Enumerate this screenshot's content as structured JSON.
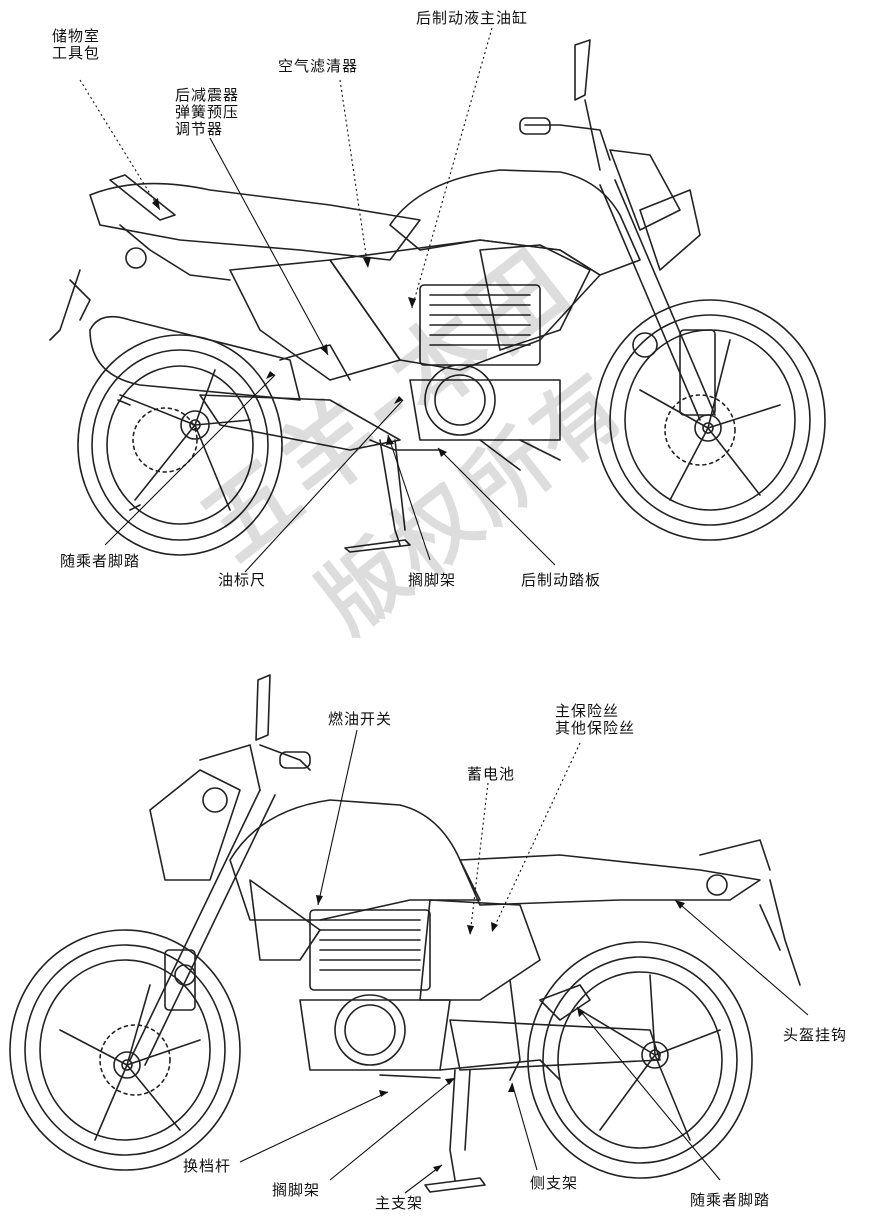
{
  "watermark": {
    "line1": "五羊-本田",
    "line2": "版权所有"
  },
  "top_view": {
    "labels": {
      "storage": [
        "储物室",
        "工具包"
      ],
      "air_filter": "空气滤清器",
      "rear_brake_reservoir": "后制动液主油缸",
      "rear_shock_preload": [
        "后减震器",
        "弹簧预压",
        "调节器"
      ],
      "passenger_footpeg": "随乘者脚踏",
      "dipstick": "油标尺",
      "footpeg_bracket": "搁脚架",
      "rear_brake_pedal": "后制动踏板"
    }
  },
  "bottom_view": {
    "labels": {
      "fuel_valve": "燃油开关",
      "fuses": [
        "主保险丝",
        "其他保险丝"
      ],
      "battery": "蓄电池",
      "helmet_holder": "头盔挂钩",
      "shift_lever": "换档杆",
      "footpeg_bracket": "搁脚架",
      "main_stand": "主支架",
      "side_stand": "侧支架",
      "passenger_footpeg": "随乘者脚踏"
    }
  }
}
